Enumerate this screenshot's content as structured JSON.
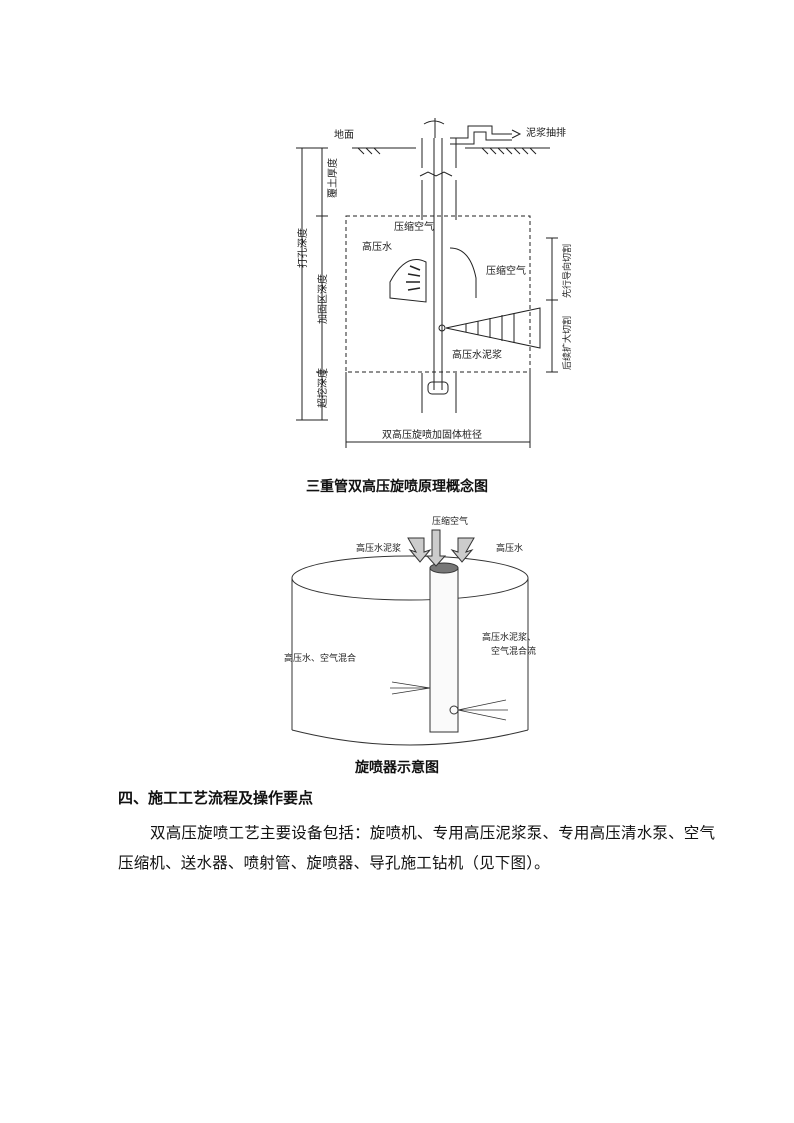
{
  "figure1": {
    "caption": "三重管双高压旋喷原理概念图",
    "labels": {
      "ground": "地面",
      "mud_discharge": "泥浆抽排",
      "cover_depth": "覆土厚度",
      "drill_depth": "打孔深度",
      "reinforce_depth": "加固区深度",
      "over_dig_depth": "超挖深度",
      "compressed_air_1": "压缩空气",
      "high_pressure_water": "高压水",
      "compressed_air_2": "压缩空气",
      "high_pressure_slurry": "高压水泥浆",
      "guide_cut": "先行导向切割",
      "expand_cut": "后续扩大切割",
      "pile_diameter": "双高压旋喷加固体桩径"
    }
  },
  "figure2": {
    "caption": "旋喷器示意图",
    "labels": {
      "compressed_air": "压缩空气",
      "high_pressure_slurry": "高压水泥浆",
      "high_pressure_water": "高压水",
      "water_air_mix": "高压水、空气混合",
      "slurry_air_mix_line1": "高压水泥浆、",
      "slurry_air_mix_line2": "空气混合流"
    }
  },
  "section": {
    "heading": "四、施工工艺流程及操作要点",
    "paragraph": "双高压旋喷工艺主要设备包括：旋喷机、专用高压泥浆泵、专用高压清水泵、空气压缩机、送水器、喷射管、旋喷器、导孔施工钻机（见下图）。"
  }
}
